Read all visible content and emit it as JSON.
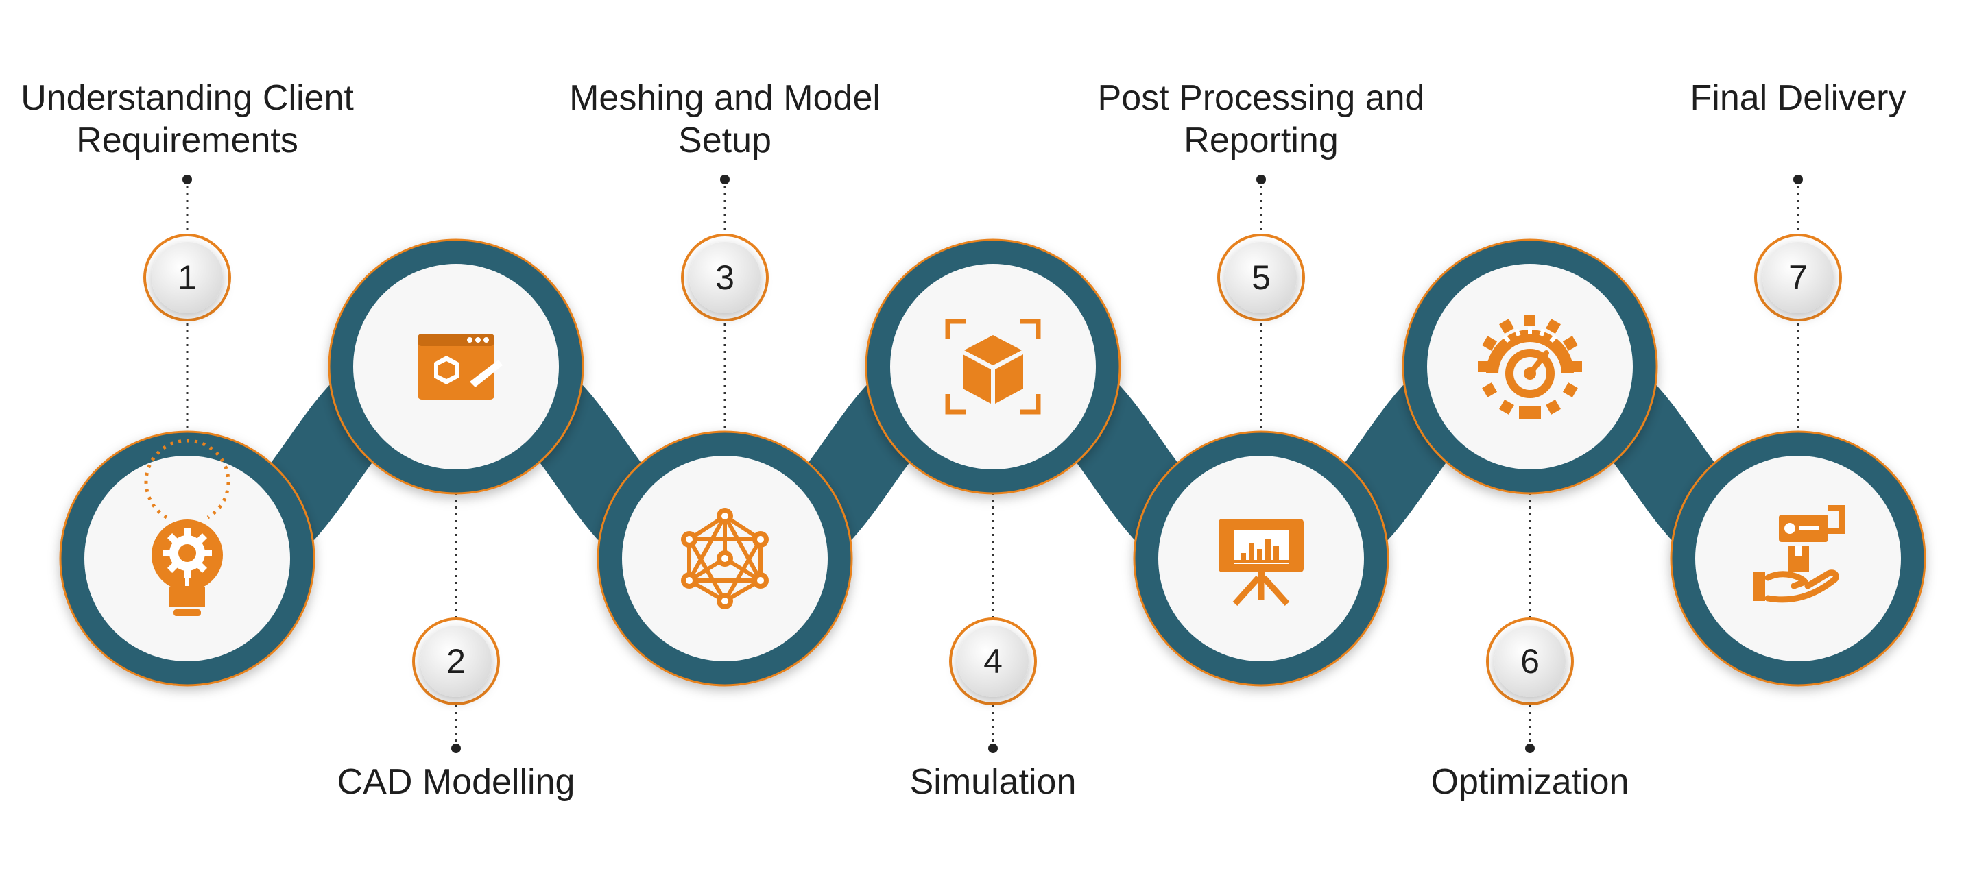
{
  "colors": {
    "teal": "#2b6072",
    "teal_dark": "#1f4a5a",
    "orange": "#e8821e",
    "white_fill": "#f7f7f7",
    "badge_fill": "#e6e6e6",
    "text": "#1e1e1e"
  },
  "steps": [
    {
      "number": "1",
      "title_lines": [
        "Understanding Client",
        "Requirements"
      ],
      "icon": "lightbulb-gear-icon"
    },
    {
      "number": "2",
      "title_lines": [
        "CAD Modelling"
      ],
      "icon": "cad-window-icon"
    },
    {
      "number": "3",
      "title_lines": [
        "Meshing and Model",
        "Setup"
      ],
      "icon": "mesh-network-icon"
    },
    {
      "number": "4",
      "title_lines": [
        "Simulation"
      ],
      "icon": "cube-focus-icon"
    },
    {
      "number": "5",
      "title_lines": [
        "Post Processing and",
        "Reporting"
      ],
      "icon": "presentation-chart-icon"
    },
    {
      "number": "6",
      "title_lines": [
        "Optimization"
      ],
      "icon": "gauge-gear-icon"
    },
    {
      "number": "7",
      "title_lines": [
        "Final Delivery"
      ],
      "icon": "hand-delivery-icon"
    }
  ]
}
